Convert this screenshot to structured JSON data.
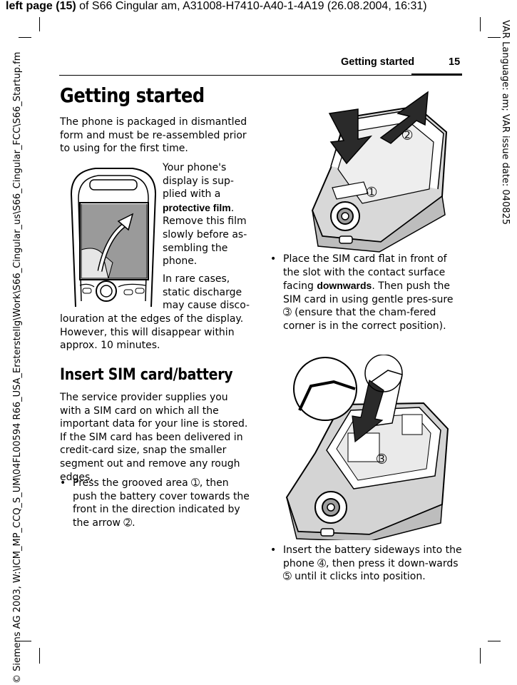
{
  "print_meta": {
    "prefix": "left page (15)",
    "rest": " of S66 Cingular am, A31008-H7410-A40-1-4A19 (26.08.2004, 16:31)"
  },
  "side_right": "VAR Language: am; VAR issue date: 040825",
  "side_left": "© Siemens AG 2003, W:\\ICM_MP_CCQ_S_UM\\04FL00594 R66_USA_Ersterstellg\\Work\\S66_Cingular_us\\S66_Cingular_FCC\\S66_Startup.fm",
  "header": {
    "section": "Getting started",
    "page_number": "15"
  },
  "title": "Getting started",
  "intro_text": "The phone is packaged in dismantled form and must be re-assembled prior to using for the first time.",
  "film": {
    "pre": "Your phone's display is sup-plied with a ",
    "keyword": "protective film",
    "post": ". Remove this film slowly before as-sembling the phone."
  },
  "discharge": {
    "narrow": "In rare cases, static discharge may cause disco-",
    "wide": "louration at the edges of the display. However, this will disappear within approx. 10 minutes."
  },
  "subtitle": "Insert SIM card/battery",
  "sim_text": "The service provider supplies you with a SIM card on which all the important data for your line is stored. If the SIM card has been delivered in credit-card size, snap the smaller segment out and remove any rough edges.",
  "bullets": {
    "b1": "Press the grooved area ➀, then push the battery cover towards the front in the direction indicated by the arrow ➁.",
    "b2_pre": "Place the SIM card flat in front of the slot with the contact surface facing ",
    "b2_keyword": "downwards",
    "b2_post": ". Then push the SIM card in using gentle pres-sure ➂ (ensure that the cham-fered corner is in the correct position).",
    "b3": "Insert the battery sideways into the phone ➃, then press it down-wards ➄ until it clicks into position."
  },
  "figures": {
    "cover_marker_1": "➀",
    "cover_marker_2": "➁",
    "sim_marker_3": "➂"
  }
}
